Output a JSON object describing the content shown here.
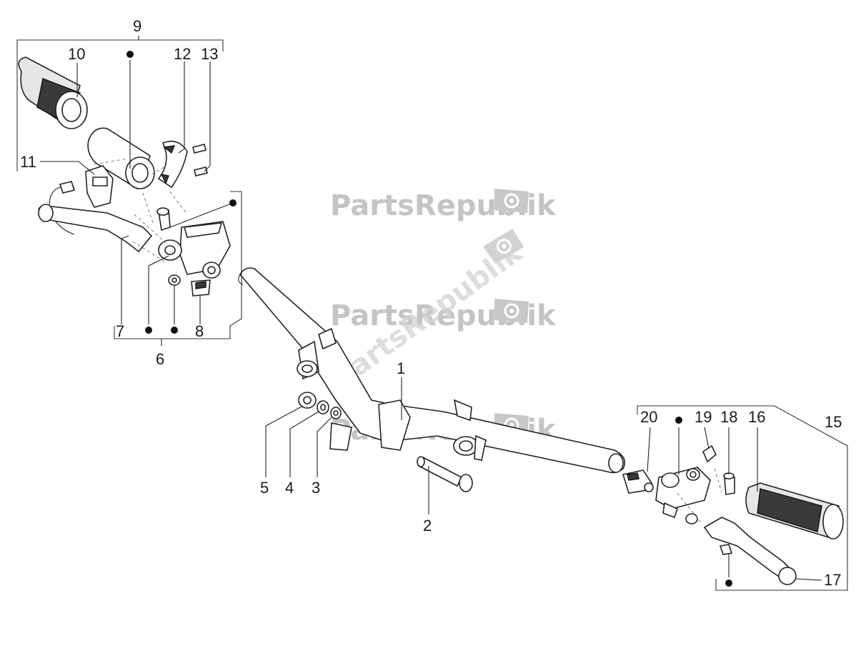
{
  "watermark": {
    "brand": "PartsRepublik",
    "icon": "gear-flag-icon"
  },
  "callouts": [
    {
      "id": "1",
      "text": "1"
    },
    {
      "id": "2",
      "text": "2"
    },
    {
      "id": "3",
      "text": "3"
    },
    {
      "id": "4",
      "text": "4"
    },
    {
      "id": "5",
      "text": "5"
    },
    {
      "id": "6",
      "text": "6"
    },
    {
      "id": "7",
      "text": "7"
    },
    {
      "id": "8",
      "text": "8"
    },
    {
      "id": "9",
      "text": "9"
    },
    {
      "id": "10",
      "text": "10"
    },
    {
      "id": "11",
      "text": "11"
    },
    {
      "id": "12",
      "text": "12"
    },
    {
      "id": "13",
      "text": "13"
    },
    {
      "id": "15",
      "text": "15"
    },
    {
      "id": "16",
      "text": "16"
    },
    {
      "id": "17",
      "text": "17"
    },
    {
      "id": "18",
      "text": "18"
    },
    {
      "id": "19",
      "text": "19"
    },
    {
      "id": "20",
      "text": "20"
    }
  ]
}
